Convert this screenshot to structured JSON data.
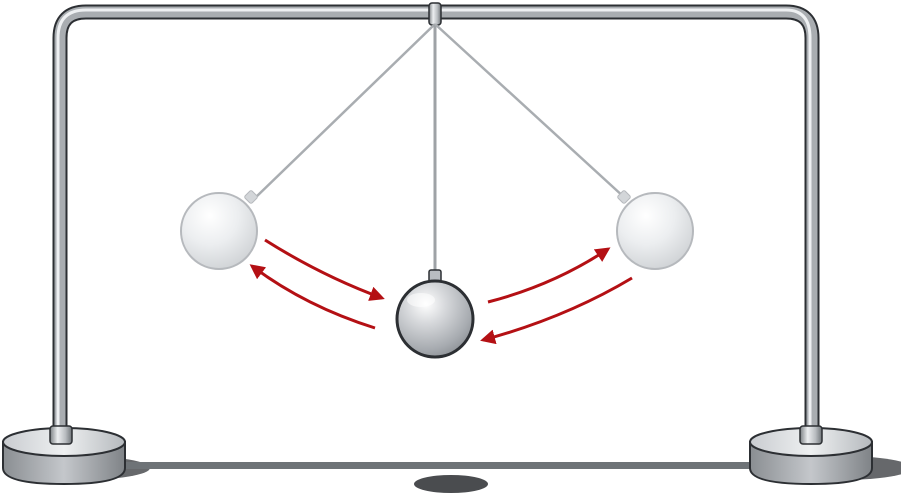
{
  "figure": {
    "subject": "pendulum",
    "pendulum_count": 1,
    "positions": [
      "left-extreme",
      "center-rest",
      "right-extreme"
    ],
    "colors": {
      "background": "#ffffff",
      "frame_light": "#e6e8ea",
      "frame_mid": "#b7bbbf",
      "frame_dark": "#6e7377",
      "outline": "#2c2f33",
      "string": "#a9adb1",
      "bob_solid": "#c2c5c9",
      "bob_ghost": "#e9eaec",
      "arrow": "#b41014",
      "shadow": "#4a4c4f"
    },
    "arrows": [
      {
        "name": "arrow-left-to-center",
        "direction": "toward-center"
      },
      {
        "name": "arrow-center-to-left",
        "direction": "toward-left"
      },
      {
        "name": "arrow-center-to-right",
        "direction": "toward-right"
      },
      {
        "name": "arrow-right-to-center",
        "direction": "toward-center"
      }
    ]
  }
}
